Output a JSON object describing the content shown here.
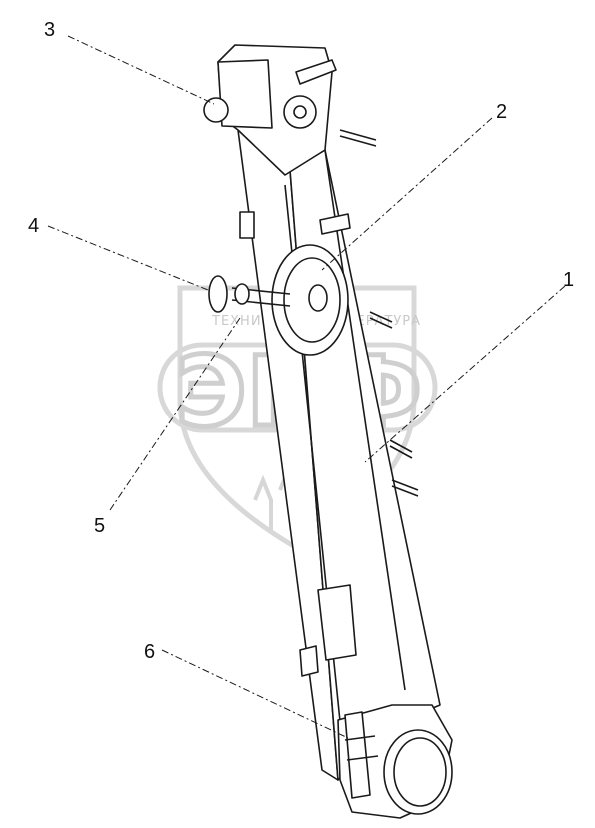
{
  "diagram": {
    "callouts": [
      {
        "label": "1"
      },
      {
        "label": "2"
      },
      {
        "label": "3"
      },
      {
        "label": "4"
      },
      {
        "label": "5"
      },
      {
        "label": "6"
      }
    ]
  },
  "watermark": {
    "top_text": "ТЕХНИЧЕСКАЯ ЛИТЕРАТУРА",
    "big_text": "ЭПФ"
  },
  "colors": {
    "line": "#1a1a1a",
    "watermark": "#cfcfcf"
  }
}
